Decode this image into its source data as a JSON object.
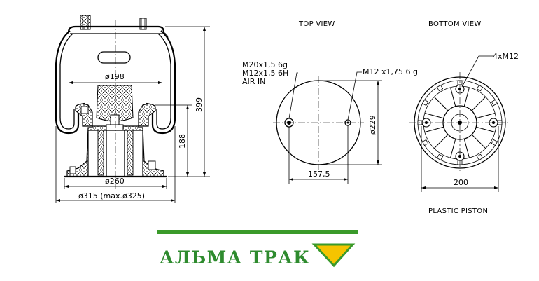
{
  "labels": {
    "top_view": "TOP VIEW",
    "bottom_view": "BOTTOM VIEW",
    "plastic_piston": "PLASTIC PISTON",
    "thread_m20": "M20x1,5  6g",
    "thread_m12_air": "M12x1,5  6H",
    "air_in": "AIR IN",
    "thread_m12_right": "M12  x1,75  6  g",
    "bolts_4xm12": "4xM12"
  },
  "dimensions": {
    "d198": "ø198",
    "d260": "ø260",
    "d315": "ø315  (max.ø325)",
    "h399": "399",
    "h188": "188",
    "d229": "ø229",
    "w157": "157,5",
    "w200": "200"
  },
  "brand": {
    "name": "АЛЬМА ТРАК",
    "text_color": "#2e8b2e",
    "bar_color": "#3a9a2a",
    "check_color": "#f5c400",
    "check_outline": "#3a9a2a"
  }
}
